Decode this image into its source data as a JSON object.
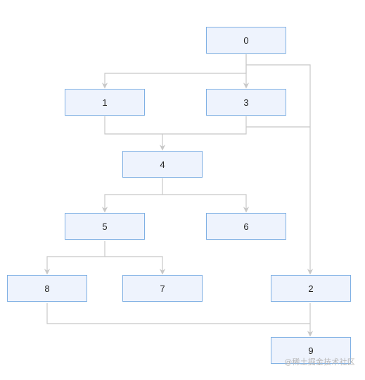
{
  "nodes": [
    {
      "id": "n0",
      "label": "0"
    },
    {
      "id": "n1",
      "label": "1"
    },
    {
      "id": "n3",
      "label": "3"
    },
    {
      "id": "n4",
      "label": "4"
    },
    {
      "id": "n5",
      "label": "5"
    },
    {
      "id": "n6",
      "label": "6"
    },
    {
      "id": "n8",
      "label": "8"
    },
    {
      "id": "n7",
      "label": "7"
    },
    {
      "id": "n2",
      "label": "2"
    },
    {
      "id": "n9",
      "label": "9"
    }
  ],
  "edges": [
    {
      "from": "0",
      "to": "1"
    },
    {
      "from": "0",
      "to": "3"
    },
    {
      "from": "0",
      "to": "2"
    },
    {
      "from": "1",
      "to": "4"
    },
    {
      "from": "3",
      "to": "4"
    },
    {
      "from": "3",
      "to": "2"
    },
    {
      "from": "4",
      "to": "5"
    },
    {
      "from": "4",
      "to": "6"
    },
    {
      "from": "5",
      "to": "8"
    },
    {
      "from": "5",
      "to": "7"
    },
    {
      "from": "2",
      "to": "9"
    },
    {
      "from": "8",
      "to": "9"
    }
  ],
  "watermark": "@稀土掘金技术社区",
  "colors": {
    "node_fill": "#eef3fd",
    "node_border": "#7fb0e4",
    "edge": "#c8c8c8"
  }
}
